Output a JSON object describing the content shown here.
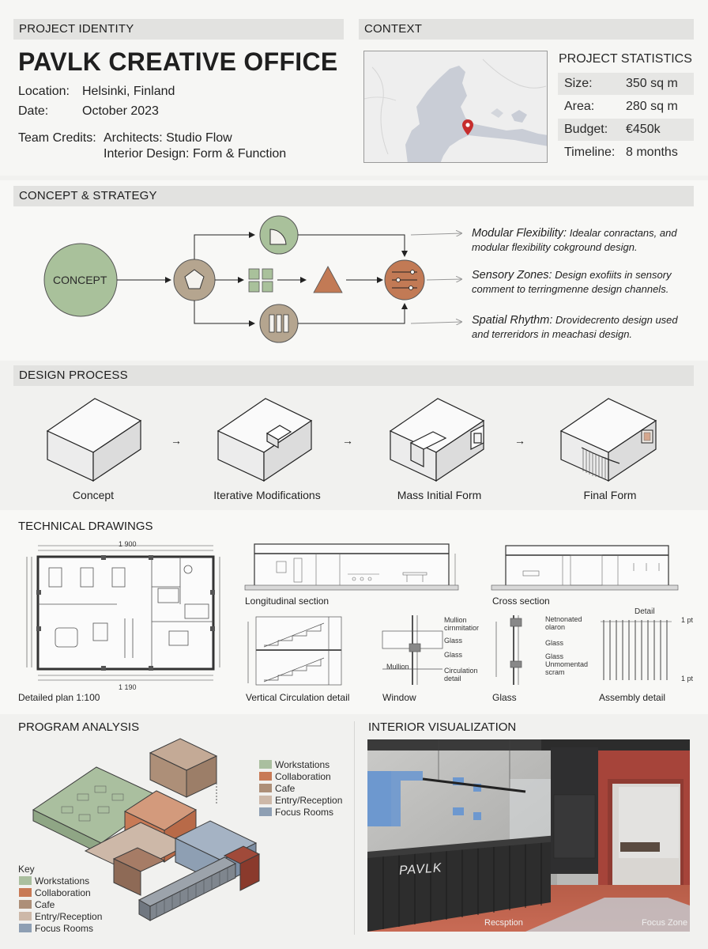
{
  "colors": {
    "workstations": "#aabf9f",
    "collaboration": "#c87a56",
    "cafe": "#ad8f78",
    "entry_reception": "#cdb8a8",
    "focus_rooms": "#8e9fb3",
    "accent_green": "#a9c19b",
    "accent_brown": "#b5a58f",
    "accent_orange": "#c27a55",
    "map_pin": "#c62d2d"
  },
  "project_identity": {
    "header": "PROJECT IDENTITY",
    "title": "PAVLK CREATIVE OFFICE",
    "location_label": "Location:",
    "location_value": "Helsinki, Finland",
    "date_label": "Date:",
    "date_value": "October 2023",
    "team_label": "Team Credits:",
    "team_line1": "Architects: Studio Flow",
    "team_line2": "Interior Design: Form & Function"
  },
  "context": {
    "header": "CONTEXT",
    "map_icon": "map-pin-icon"
  },
  "project_statistics": {
    "header": "PROJECT STATISTICS",
    "rows": [
      {
        "label": "Size:",
        "value": "350 sq m"
      },
      {
        "label": "Area:",
        "value": "280 sq m"
      },
      {
        "label": "Budget:",
        "value": "€450k"
      },
      {
        "label": "Timeline:",
        "value": "8 months"
      }
    ]
  },
  "concept_strategy": {
    "header": "CONCEPT & STRATEGY",
    "concept_label": "CONCEPT",
    "strategies": [
      {
        "title": "Modular Flexibility:",
        "text1": "Idealar conractans, and",
        "text2": "modular flexibility cokground design."
      },
      {
        "title": "Sensory Zones:",
        "text1": "Design exofiits in sensory",
        "text2": "comment to terringmenne design channels."
      },
      {
        "title": "Spatial Rhythm:",
        "text1": "Drovidecrento design used",
        "text2": "and terreridors in meachasi design."
      }
    ]
  },
  "design_process": {
    "header": "DESIGN PROCESS",
    "stages": [
      "Concept",
      "Iterative Modifications",
      "Mass Initial Form",
      "Final Form"
    ]
  },
  "technical_drawings": {
    "header": "TECHNICAL DRAWINGS",
    "captions": {
      "plan": "Detailed plan 1:100",
      "long_section": "Longitudinal section",
      "cross_section": "Cross section",
      "vertical": "Vertical Circulation detail",
      "window": "Window",
      "glass": "Glass",
      "assembly": "Assembly detail"
    },
    "window_notes": [
      "Mullion",
      "cirnmitatior",
      "Glass",
      "Glass",
      "Mullion",
      "Circulation",
      "detail"
    ],
    "glass_notes": [
      "Netnonated",
      "olaron",
      "Glass",
      "Glass",
      "Unmomentad",
      "scram"
    ],
    "assembly_notes": {
      "title": "Detail",
      "top": "1 pt",
      "bottom": "1 pt"
    },
    "plan_dims": {
      "top": "1 900",
      "bottom": "1 190"
    }
  },
  "program_analysis": {
    "header": "PROGRAM ANALYSIS",
    "key_label": "Key",
    "legend": [
      "Workstations",
      "Collaboration",
      "Cafe",
      "Entry/Reception",
      "Focus Rooms"
    ]
  },
  "interior_visualization": {
    "header": "INTERIOR VISUALIZATION",
    "brand_text": "PAVLK",
    "label_left": "Recsption",
    "label_right": "Focus Zone"
  }
}
